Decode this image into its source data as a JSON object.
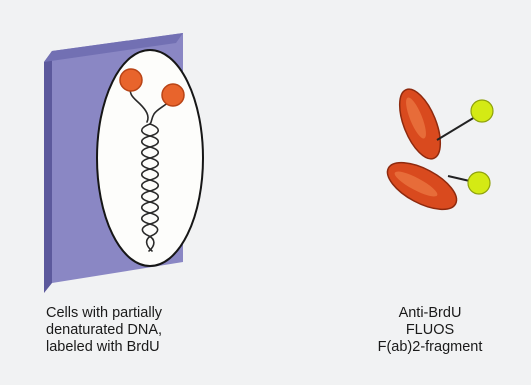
{
  "colors": {
    "background": "#f1f2f3",
    "slide_front": "#8a87c4",
    "slide_side": "#5c599c",
    "cell_fill": "#fdfdfb",
    "dna_strand": "#2a2a2a",
    "brdu_label": "#e8642c",
    "antibody_fragment": "#d94a1e",
    "fluos_label": "#d4ea14"
  },
  "icons": {
    "slide": "glass-slide-icon",
    "cell": "cell-nucleus-icon",
    "dna": "dna-strand-icon",
    "brdu": "brdu-label-icon",
    "antibody": "antibody-fragment-icon",
    "fluos": "fluorescein-label-icon"
  },
  "cell_panel": {
    "caption_lines": [
      "Cells with partially",
      "denaturated DNA,",
      "labeled with BrdU"
    ]
  },
  "antibody_panel": {
    "caption_lines": [
      "Anti-BrdU",
      "FLUOS",
      "F(ab)2-fragment"
    ]
  }
}
